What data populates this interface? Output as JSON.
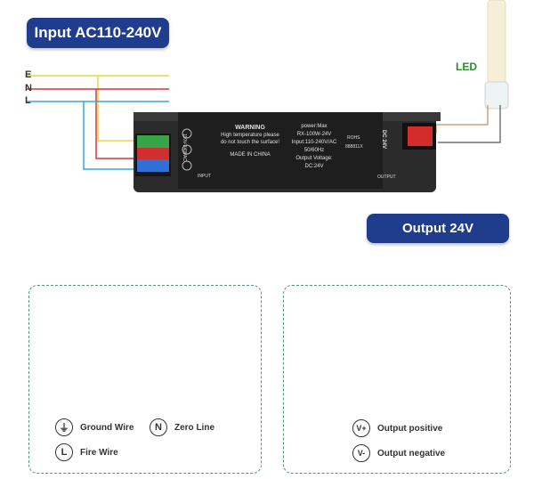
{
  "header": {
    "input_title": "Input AC110-240V"
  },
  "output": {
    "title": "Output 24V"
  },
  "wires": {
    "e": "E",
    "n": "N",
    "l": "L"
  },
  "led_label": "LED",
  "device": {
    "warning_title": "WARNING",
    "warning_text": [
      "High temperature please",
      "do not touch the surface!"
    ],
    "made_in": "MADE IN CHINA",
    "power": "power:Max",
    "model": "RX-100W-24V",
    "input_spec": "Input:110-240V/AC",
    "freq": "50/60Hz",
    "output_voltage": "Output Voltage:",
    "dc": "DC:24V",
    "input_side_label": "110V-240VAC",
    "input_arrow_label": "INPUT",
    "dc_label": "DC 24V",
    "output_label": "OUTPUT",
    "rohs": "ROHS",
    "serial": "888811X"
  },
  "legend_left": [
    {
      "icon": "ground-icon",
      "label": "Ground Wire"
    },
    {
      "icon": "zero-line-icon",
      "symbol": "N",
      "label": "Zero Line"
    },
    {
      "icon": "fire-wire-icon",
      "symbol": "L",
      "label": "Fire Wire"
    }
  ],
  "legend_right": [
    {
      "icon": "positive-icon",
      "symbol": "V+",
      "label": "Output positive"
    },
    {
      "icon": "negative-icon",
      "symbol": "V-",
      "label": "Output negative"
    }
  ],
  "colors": {
    "badge": "#1f3d8c",
    "wire_e": "#e8d84a",
    "wire_n": "#d9343a",
    "wire_l": "#3aa7dc",
    "panel_border": "#4a9a6c"
  }
}
